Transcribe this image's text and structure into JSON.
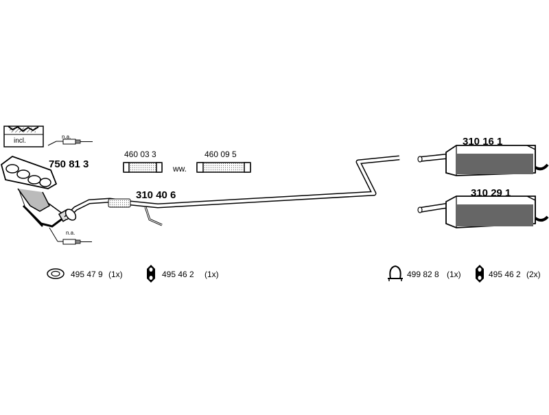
{
  "diagram": {
    "parts": {
      "manifold": {
        "number": "750 81 3",
        "kit_note": "incl.",
        "sensor_note_top": "n.a.",
        "sensor_note_bottom": "n.a."
      },
      "flex_pipe_1": {
        "number": "460 03 3"
      },
      "flex_connector": {
        "note": "ww."
      },
      "flex_pipe_2": {
        "number": "460 09 5"
      },
      "center_pipe": {
        "number": "310 40 6"
      },
      "rear_muffler_a": {
        "number": "310 16 1"
      },
      "rear_muffler_b": {
        "number": "310 29 1"
      }
    },
    "fittings": [
      {
        "number": "495 47 9",
        "qty": "(1x)",
        "icon": "gasket-ring-icon"
      },
      {
        "number": "495 46 2",
        "qty": "(1x)",
        "icon": "rubber-hanger-icon"
      },
      {
        "number": "499 82 8",
        "qty": "(1x)",
        "icon": "clamp-icon"
      },
      {
        "number": "495 46 2",
        "qty": "(2x)",
        "icon": "rubber-hanger-icon"
      }
    ]
  }
}
